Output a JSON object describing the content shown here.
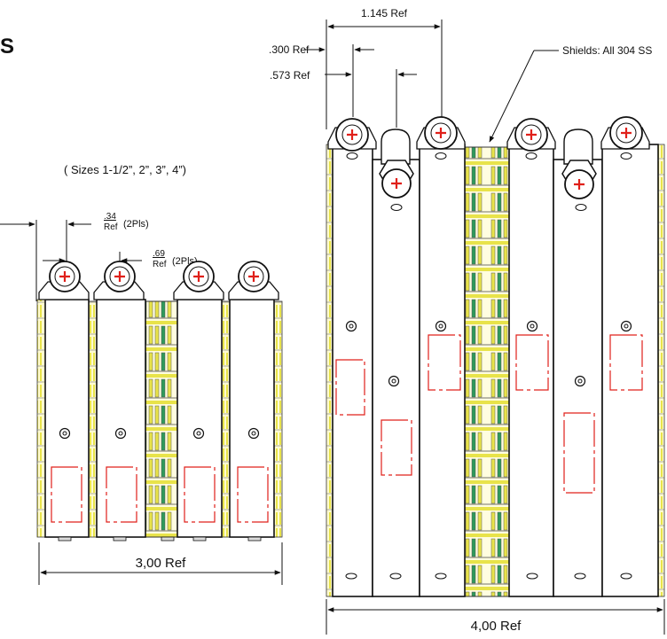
{
  "title_fragment": "S",
  "sizes_note": "( Sizes 1-1/2”, 2”, 3”, 4”)",
  "left_assembly": {
    "dim_top_value": ".34",
    "dim_top_unit": "Ref",
    "dim_top_note": "(2Pls)",
    "dim_second_value": ".69",
    "dim_second_unit": "Ref",
    "dim_second_note": "(2Pls)",
    "width_label": "3,00 Ref",
    "modules": 4
  },
  "right_assembly": {
    "dim_1145": "1.145 Ref",
    "dim_300": ".300 Ref",
    "dim_573": ".573 Ref",
    "shields_callout": "Shields: All 304 SS",
    "width_label": "4,00 Ref",
    "modules": 6
  },
  "colors": {
    "line": "#1a1a1a",
    "shield_yellow": "#e8e34a",
    "shield_green": "#2e9a5a",
    "red_mark": "#e0201a"
  }
}
